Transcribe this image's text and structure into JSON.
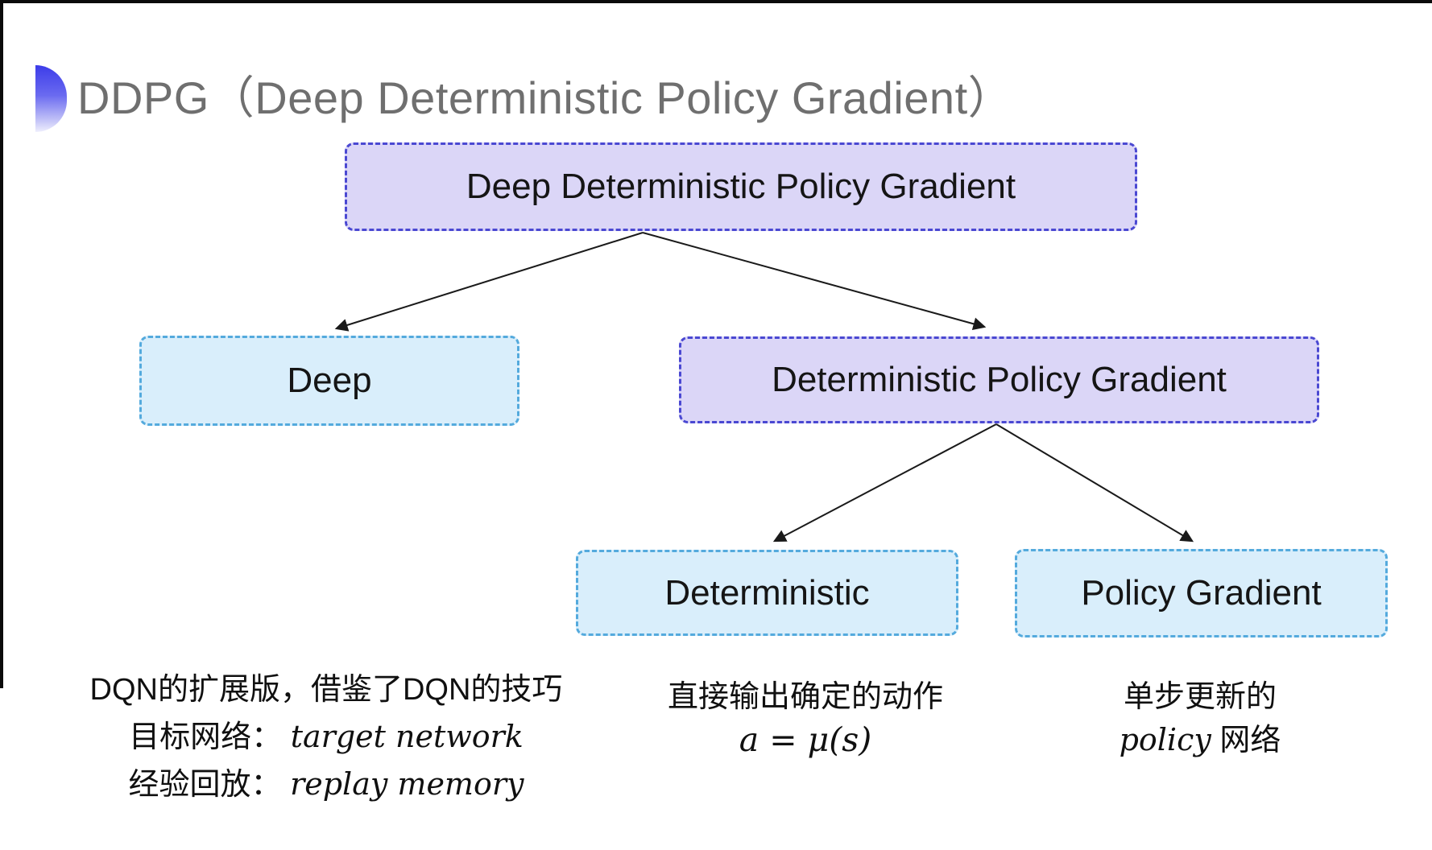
{
  "page": {
    "title": "DDPG（Deep Deterministic Policy Gradient）"
  },
  "icons": {
    "title_bullet": "half-circle-gradient"
  },
  "tree": {
    "root": {
      "label": "Deep Deterministic Policy Gradient"
    },
    "deep": {
      "label": "Deep"
    },
    "dpg": {
      "label": "Deterministic Policy Gradient"
    },
    "deterministic": {
      "label": "Deterministic"
    },
    "policy_gradient": {
      "label": "Policy Gradient"
    }
  },
  "notes": {
    "deep": {
      "line1": "DQN的扩展版，借鉴了DQN的技巧",
      "line2_cn": "目标网络：",
      "line2_en": "target network",
      "line3_cn": "经验回放：",
      "line3_en": "replay memory"
    },
    "deterministic": {
      "line1": "直接输出确定的动作",
      "formula": "a = μ(s)"
    },
    "policy_gradient": {
      "line1": "单步更新的",
      "line2_en": "policy",
      "line2_cn": " 网络"
    }
  },
  "colors": {
    "lavender_fill": "#dbd6f7",
    "lavender_border": "#4a48d2",
    "blue_fill": "#d9eefb",
    "blue_border": "#54aadd",
    "title_gray": "#6f6f6f",
    "icon_blue": "#3c3ce9",
    "arrow_black": "#1a1a1a"
  }
}
